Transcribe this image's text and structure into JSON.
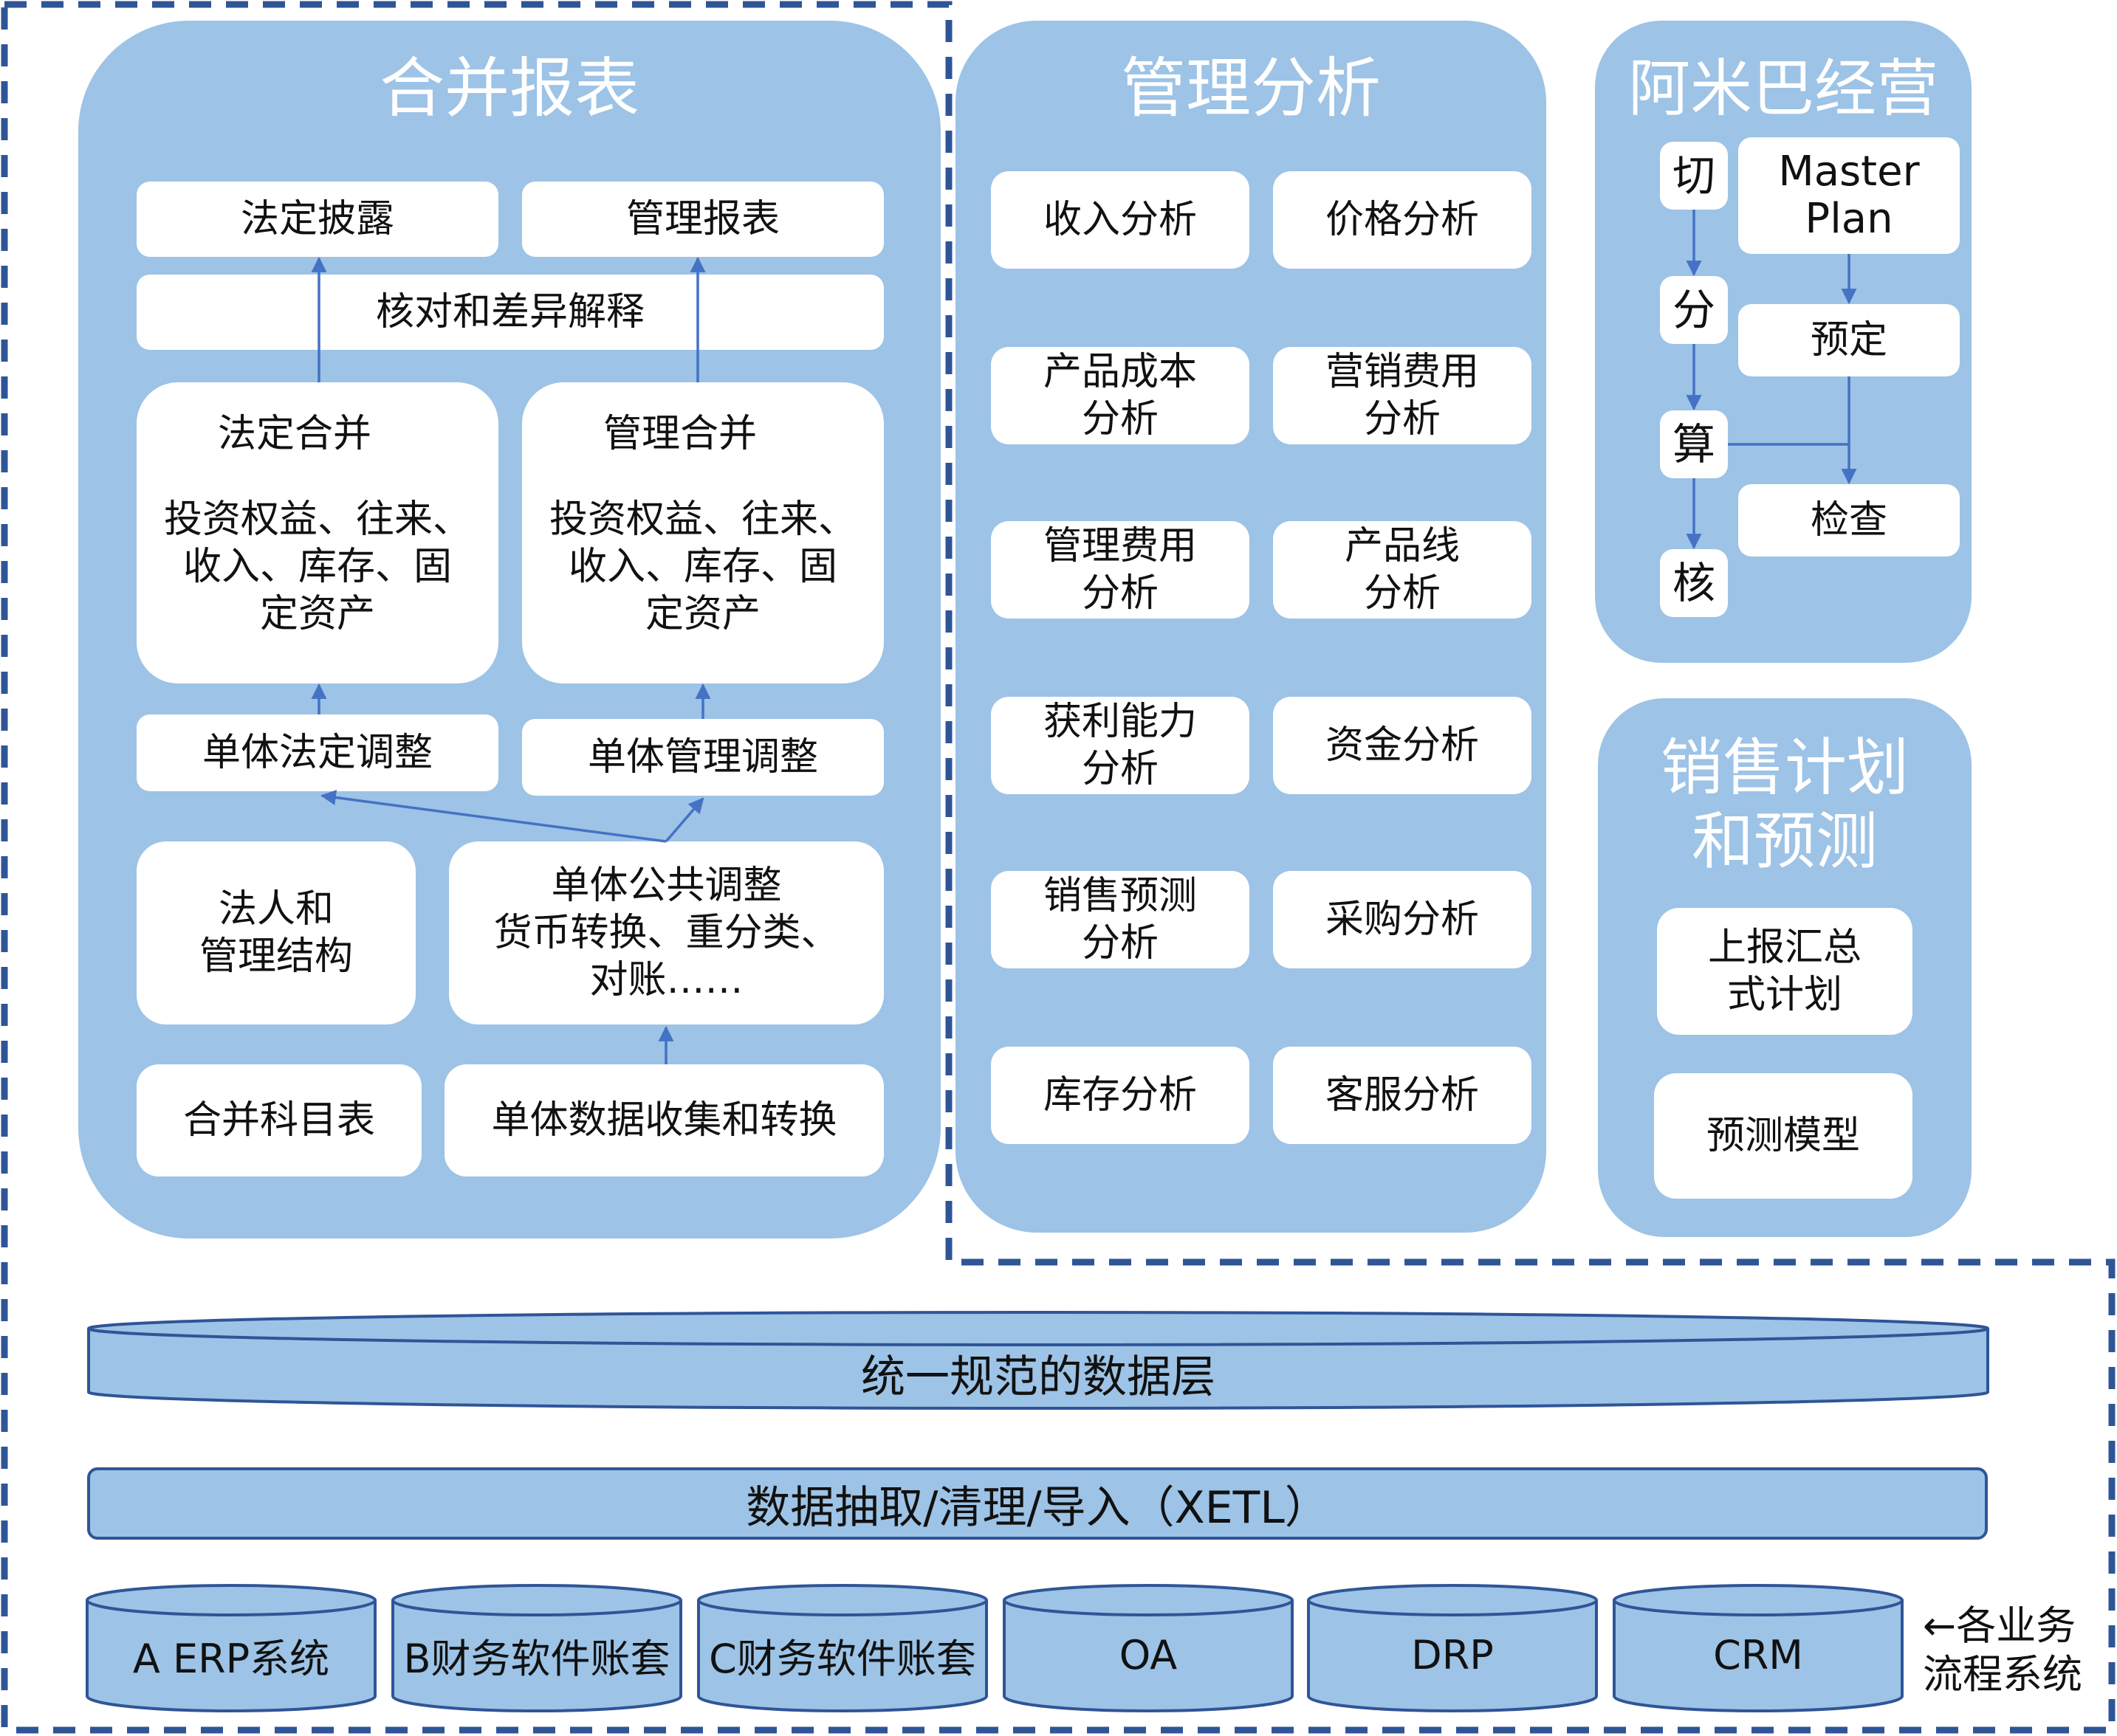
{
  "colors": {
    "panel": "#9dc3e6",
    "border": "#2f5597",
    "arrow": "#4472c4",
    "box": "#ffffff",
    "title": "#ffffff"
  },
  "consolidation": {
    "title": "合并报表",
    "statutory_disclosure": "法定披露",
    "management_report": "管理报表",
    "reconciliation": "核对和差异解释",
    "statutory_consolidation": {
      "title": "法定合并",
      "body": "投资权益、往来、\n收入、库存、固\n定资产"
    },
    "management_consolidation": {
      "title": "管理合并",
      "body": "投资权益、往来、\n收入、库存、固\n定资产"
    },
    "entity_statutory_adjust": "单体法定调整",
    "entity_management_adjust": "单体管理调整",
    "legal_structure": "法人和\n管理结构",
    "common_adjust": "单体公共调整\n货币转换、重分类、\n对账……",
    "chart_of_accounts": "合并科目表",
    "data_collection": "单体数据收集和转换"
  },
  "analysis": {
    "title": "管理分析",
    "items": [
      "收入分析",
      "价格分析",
      "产品成本\n分析",
      "营销费用\n分析",
      "管理费用\n分析",
      "产品线\n分析",
      "获利能力\n分析",
      "资金分析",
      "销售预测\n分析",
      "采购分析",
      "库存分析",
      "客服分析"
    ]
  },
  "amoeba": {
    "title": "阿米巴经营",
    "steps": [
      "切",
      "分",
      "算",
      "核"
    ],
    "master_plan": "Master\nPlan",
    "predetermine": "预定",
    "check": "检查"
  },
  "sales": {
    "title": "销售计划\n和预测",
    "items": [
      "上报汇总\n式计划",
      "预测模型"
    ]
  },
  "data_layer": "统一规范的数据层",
  "etl": "数据抽取/清理/导入（XETL）",
  "systems": [
    "A ERP系统",
    "B财务软件账套",
    "C财务软件账套",
    "OA",
    "DRP",
    "CRM"
  ],
  "systems_note": "←各业务\n流程系统"
}
